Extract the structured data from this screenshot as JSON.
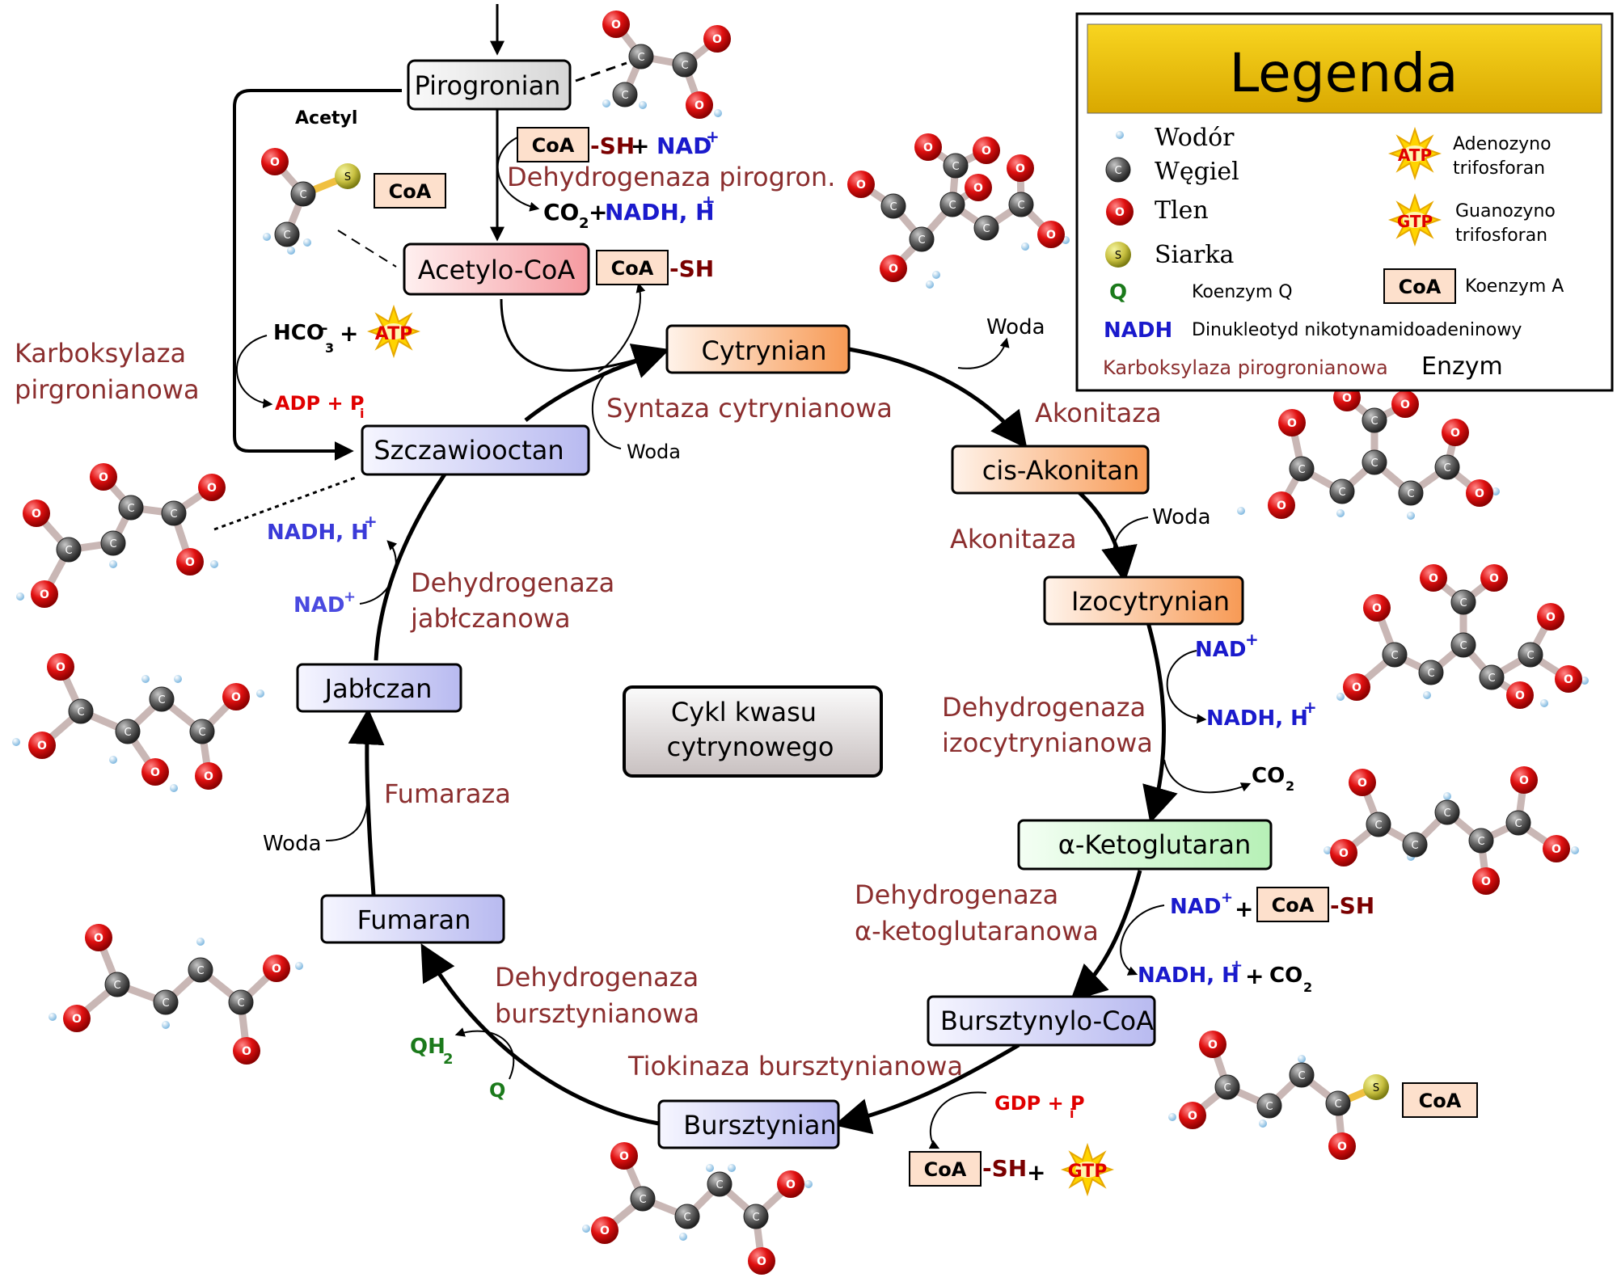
{
  "legend": {
    "title": "Legenda",
    "items": {
      "hydrogen": "Wodór",
      "carbon": "Węgiel",
      "oxygen": "Tlen",
      "sulfur": "Siarka",
      "q_symbol": "Q",
      "q_name": "Koenzym Q",
      "nadh_symbol": "NADH",
      "nadh_name": "Dinukleotyd nikotynamidoadeninowy",
      "enzyme_example": "Karboksylaza pirogronianowa",
      "enzyme_name": "Enzym",
      "atp_symbol": "ATP",
      "atp_name_1": "Adenozyno",
      "atp_name_2": "trifosforan",
      "gtp_symbol": "GTP",
      "gtp_name_1": "Guanozyno",
      "gtp_name_2": "trifosforan",
      "coa_symbol": "CoA",
      "coa_name": "Koenzym A"
    }
  },
  "atoms": {
    "c": "C",
    "o": "O",
    "s": "S"
  },
  "center_label": {
    "line1": "Cykl kwasu",
    "line2": "cytrynowego"
  },
  "compounds": {
    "pyruvate": "Pirogronian",
    "acetyl_coa": "Acetylo-CoA",
    "citrate": "Cytrynian",
    "cis_aconitate": "cis-Akonitan",
    "isocitrate": "Izocytrynian",
    "alpha_kg": "α-Ketoglutaran",
    "succinyl_coa": "Bursztynylo-CoA",
    "succinate": "Bursztynian",
    "fumarate": "Fumaran",
    "malate": "Jabłczan",
    "oxaloacetate": "Szczawiooctan"
  },
  "enzymes": {
    "pdh": "Dehydrogenaza pirogron.",
    "citrate_synthase": "Syntaza cytrynianowa",
    "aconitase_1": "Akonitaza",
    "aconitase_2": "Akonitaza",
    "idh_1": "Dehydrogenaza",
    "idh_2": "izocytrynianowa",
    "akgdh_1": "Dehydrogenaza",
    "akgdh_2": "α-ketoglutaranowa",
    "succinyl_thiokinase": "Tiokinaza bursztynianowa",
    "sdh_1": "Dehydrogenaza",
    "sdh_2": "bursztynianowa",
    "fumarase": "Fumaraza",
    "mdh_1": "Dehydrogenaza",
    "mdh_2": "jabłczanowa",
    "pc_1": "Karboksylaza",
    "pc_2": "pirgronianowa"
  },
  "cofactors": {
    "acetyl": "Acetyl",
    "coa": "CoA",
    "sh": "-SH",
    "plus": "+",
    "nad": "NAD",
    "nadh_h": "NADH, H",
    "sup_plus": "+",
    "co": "CO",
    "sub_2": "2",
    "hco": "HCO",
    "sub_3": "3",
    "sup_minus": "-",
    "atp": "ATP",
    "adp_p": "ADP + P",
    "sub_i": "i",
    "water": "Woda",
    "gdp_p": "GDP + P",
    "gtp": "GTP",
    "q": "Q",
    "qh": "QH"
  },
  "colors": {
    "enzyme": "#8b2e2e",
    "nad": "#1a1acc",
    "atp_red": "#e00000",
    "coenzyme_q": "#1b7a1b",
    "coa_fill": "#fde0cc",
    "sh": "#7a0000",
    "legend_yellow": "#f3c815"
  }
}
